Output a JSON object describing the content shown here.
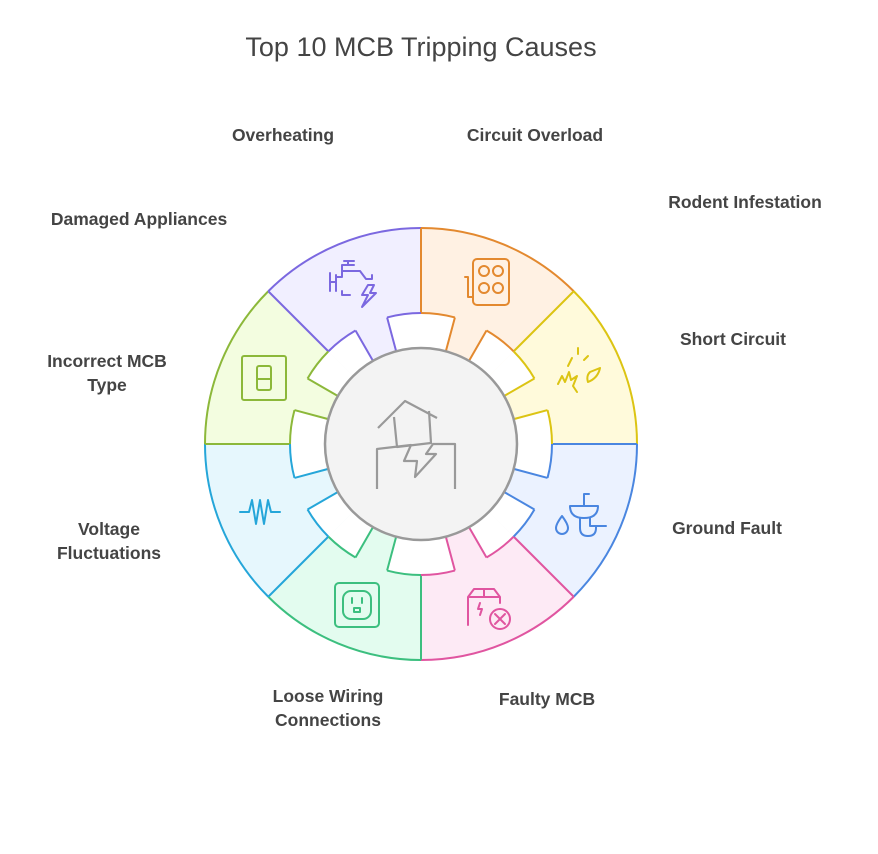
{
  "title": "Top 10 MCB Tripping Causes",
  "labels": {
    "overheating": "Overheating",
    "circuit_overload": "Circuit Overload",
    "rodent_infestation": "Rodent Infestation",
    "damaged_appliances": "Damaged Appliances",
    "incorrect_mcb_type": [
      "Incorrect MCB",
      "Type"
    ],
    "short_circuit": "Short Circuit",
    "ground_fault": "Ground Fault",
    "voltage_fluctuations": [
      "Voltage",
      "Fluctuations"
    ],
    "loose_wiring": [
      "Loose Wiring",
      "Connections"
    ],
    "faulty_mcb": "Faulty MCB"
  },
  "segments": [
    {
      "name": "circuit-overload",
      "icon": "power-outlet-icon",
      "stroke": "#e3892f",
      "fill": "#fff1e3"
    },
    {
      "name": "short-circuit",
      "icon": "spark-icon",
      "stroke": "#dcc413",
      "fill": "#fffadb"
    },
    {
      "name": "ground-fault",
      "icon": "sink-pipe-icon",
      "stroke": "#4a86e0",
      "fill": "#ebf2ff"
    },
    {
      "name": "faulty-mcb",
      "icon": "broken-box-icon",
      "stroke": "#e055a0",
      "fill": "#fdeaf5"
    },
    {
      "name": "loose-wiring",
      "icon": "wall-socket-icon",
      "stroke": "#3cbf7f",
      "fill": "#e3fcef"
    },
    {
      "name": "voltage-fluctuations",
      "icon": "waveform-icon",
      "stroke": "#25a6d9",
      "fill": "#e6f7fd"
    },
    {
      "name": "incorrect-mcb-type",
      "icon": "switch-icon",
      "stroke": "#8cb83a",
      "fill": "#f3fde0"
    },
    {
      "name": "overheating",
      "icon": "engine-icon",
      "stroke": "#7b68e0",
      "fill": "#f1efff"
    }
  ],
  "center_icon": "broken-house-lightning-icon"
}
